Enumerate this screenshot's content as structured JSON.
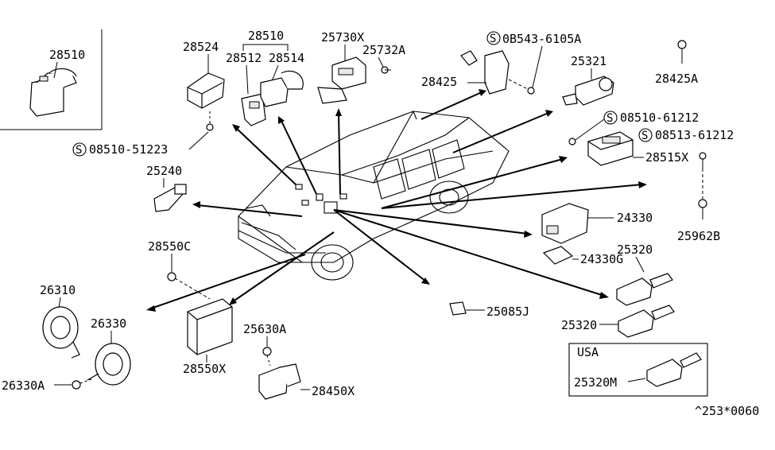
{
  "diagram": {
    "part_labels": {
      "p28510_inset": "28510",
      "p28524": "28524",
      "p28510": "28510",
      "p28512": "28512",
      "p28514": "28514",
      "p25730x": "25730X",
      "p25732a": "25732A",
      "s08543": "0B543-6105A",
      "p25321": "25321",
      "p28425": "28425",
      "p28425a": "28425A",
      "s08510_61212": "08510-61212",
      "s08513_61212": "08513-61212",
      "p28515x": "28515X",
      "s08510_51223": "08510-51223",
      "p25240": "25240",
      "p24330": "24330",
      "p25962b": "25962B",
      "p24330g": "24330G",
      "p28550c": "28550C",
      "p25320_a": "25320",
      "p26310": "26310",
      "p26330": "26330",
      "p25085j": "25085J",
      "p25320_b": "25320",
      "p25630a": "25630A",
      "p28550x": "28550X",
      "p26330a": "26330A",
      "p28450x": "28450X",
      "p25320m": "25320M"
    },
    "screw_symbol": "S",
    "usa_box_title": "USA",
    "figure_code": "^253*0060"
  }
}
